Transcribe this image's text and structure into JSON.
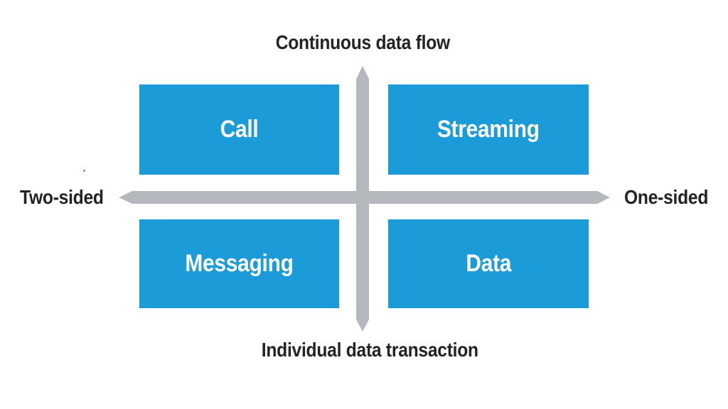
{
  "diagram": {
    "axis_top_label": "Continuous data flow",
    "axis_bottom_label": "Individual data transaction",
    "axis_left_label": "Two-sided",
    "axis_right_label": "One-sided",
    "quadrants": {
      "top_left": "Call",
      "top_right": "Streaming",
      "bottom_left": "Messaging",
      "bottom_right": "Data"
    },
    "colors": {
      "box_blue": "#1b9cd8",
      "axis_gray": "#b5b8bd",
      "label_dark": "#232227",
      "box_text_white": "#ffffff"
    }
  }
}
